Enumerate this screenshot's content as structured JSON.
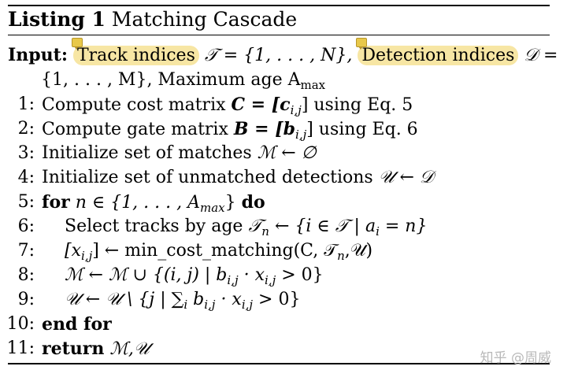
{
  "listing": {
    "label": "Listing 1",
    "title": "Matching Cascade"
  },
  "input": {
    "keyword": "Input:",
    "track_indices": "Track indices",
    "track_set": "𝒯 = {1, . . . , N},",
    "detection_indices": "Detection indices",
    "detection_set_start": "𝒟 =",
    "detection_set_cont": "{1, . . . , M}, Maximum age A",
    "max_sub": "max"
  },
  "lines": [
    {
      "n": "1:",
      "text": "Compute cost matrix "
    },
    {
      "n": "2:",
      "text": "Compute gate matrix "
    },
    {
      "n": "3:",
      "text": "Initialize set of matches "
    },
    {
      "n": "4:",
      "text": "Initialize set of unmatched detections "
    },
    {
      "n": "5:",
      "kw": "for",
      "kw_end": "do"
    },
    {
      "n": "6:",
      "text": "Select tracks by age "
    },
    {
      "n": "7:"
    },
    {
      "n": "8:"
    },
    {
      "n": "9:"
    },
    {
      "n": "10:",
      "kw": "end for"
    },
    {
      "n": "11:",
      "kw": "return"
    }
  ],
  "math": {
    "l1": "C = [c",
    "l1_sub": "i,j",
    "l1_tail": "] using Eq. 5",
    "l2": "B = [b",
    "l2_sub": "i,j",
    "l2_tail": "] using Eq. 6",
    "l3": "ℳ ← ∅",
    "l4": "𝒰 ← 𝒟",
    "l5": "n ∈ {1, . . . , A",
    "l5_sub": "max",
    "l5_tail": "}",
    "l6_a": "𝒯",
    "l6_sub_n": "n",
    "l6_b": " ← {i ∈ 𝒯 | a",
    "l6_sub_i": "i",
    "l6_c": " = n}",
    "l7_a": "[x",
    "l7_sub": "i,j",
    "l7_b": "] ← min_cost_matching(C, 𝒯",
    "l7_sub_n": "n",
    "l7_c": ",𝒰)",
    "l8_a": "ℳ ← ℳ ∪ {(i, j) | b",
    "l8_sub1": "i,j",
    "l8_b": " · x",
    "l8_sub2": "i,j",
    "l8_c": " > 0}",
    "l9_a": "𝒰 ← 𝒰 \\ {j | ∑",
    "l9_sub0": "i",
    "l9_b": " b",
    "l9_sub1": "i,j",
    "l9_c": " · x",
    "l9_sub2": "i,j",
    "l9_d": " > 0}",
    "l11": "ℳ,𝒰"
  },
  "watermark": "知乎 @周威"
}
